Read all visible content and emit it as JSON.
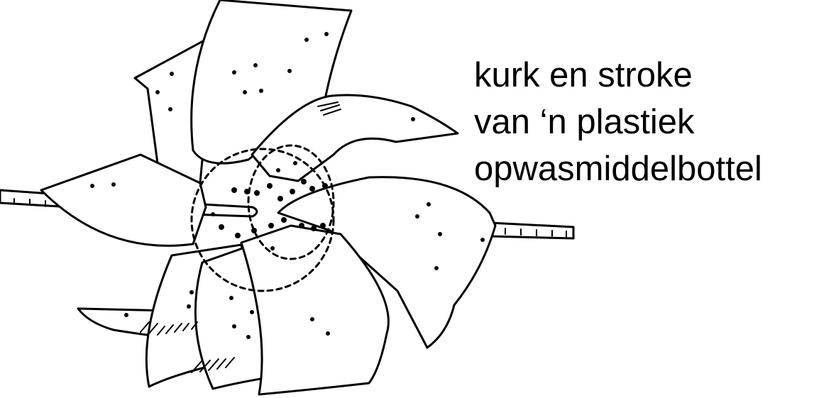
{
  "label": {
    "line1": "kurk en stroke",
    "line2": "van ‘n plastiek",
    "line3": "opwasmiddelbottel"
  },
  "colors": {
    "ink": "#000000",
    "paper": "#ffffff"
  }
}
